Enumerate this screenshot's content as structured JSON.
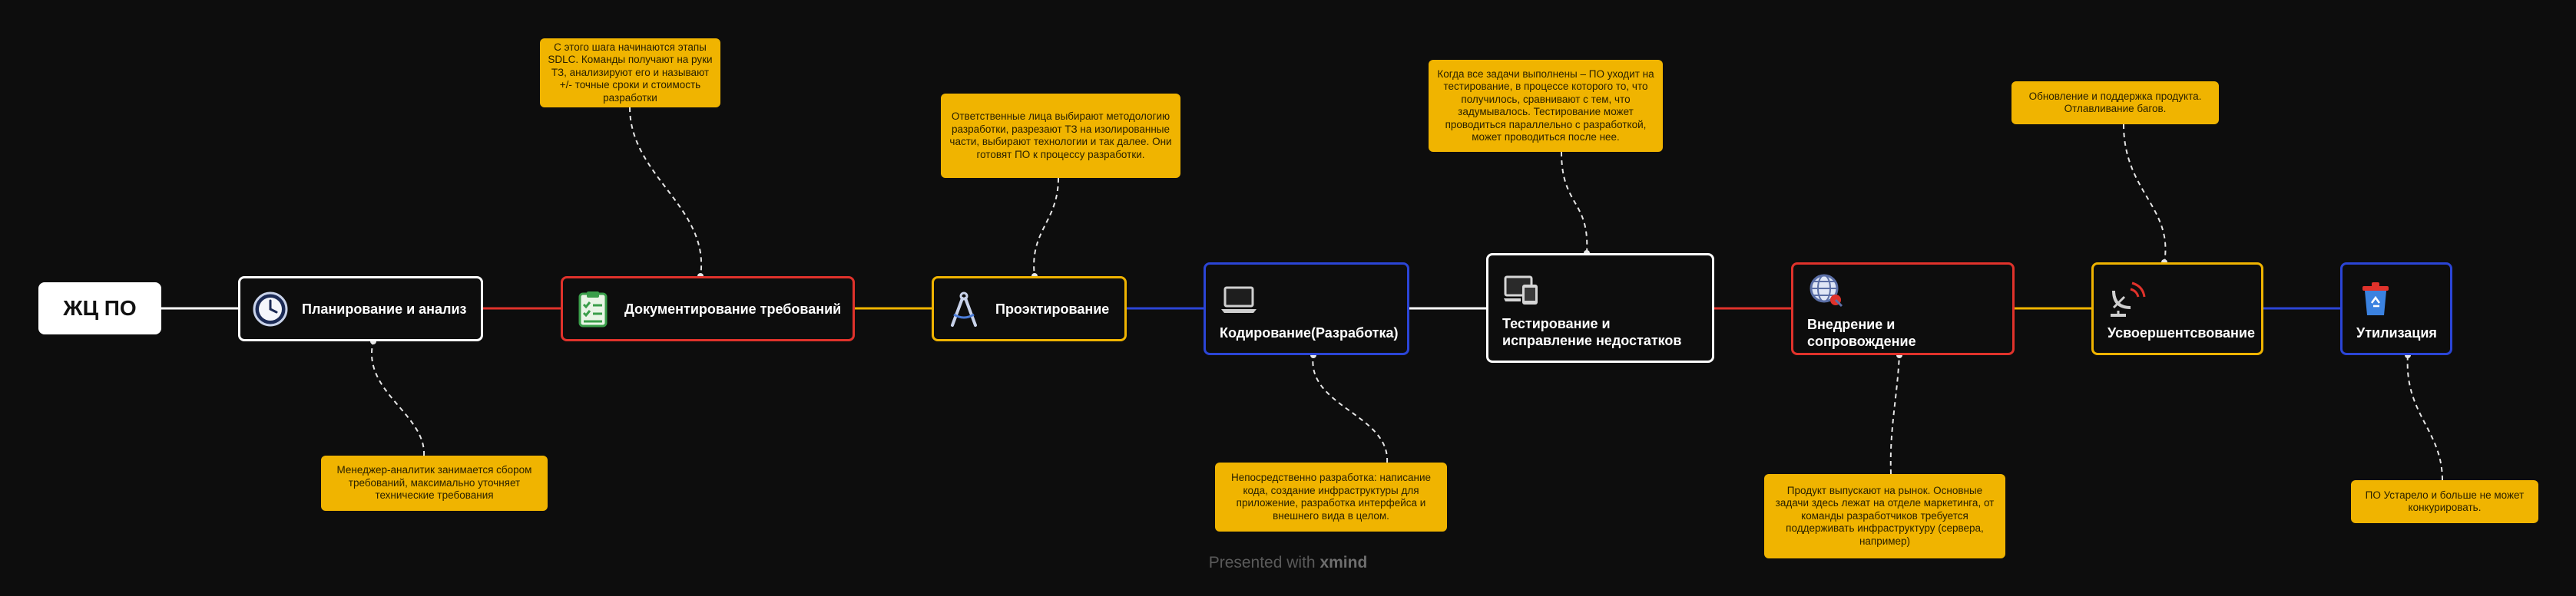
{
  "root": {
    "label": "ЖЦ ПО"
  },
  "stages": [
    {
      "label": "Планирование и анализ",
      "color": "#ffffff",
      "icon": "clock-icon"
    },
    {
      "label": "Документирование требований",
      "color": "#e0322b",
      "icon": "checklist-icon"
    },
    {
      "label": "Проэктирование",
      "color": "#f0b400",
      "icon": "compass-icon"
    },
    {
      "label": "Кодирование(Разработка)",
      "color": "#2b45d6",
      "icon": "laptop-icon"
    },
    {
      "label": "Тестирование и исправление недостатков",
      "color": "#ffffff",
      "icon": "devices-icon"
    },
    {
      "label": "Внедрение и сопровождение",
      "color": "#e0322b",
      "icon": "globe-icon"
    },
    {
      "label": "Усвоершентсвование",
      "color": "#f0b400",
      "icon": "satellite-icon"
    },
    {
      "label": "Утилизация",
      "color": "#2b45d6",
      "icon": "recycle-bin-icon"
    }
  ],
  "notes": [
    {
      "text": "Менеджер-аналитик занимается сбором требований, максимально уточняет технические требования"
    },
    {
      "text": "С этого шага начинаются этапы SDLC. Команды получают на руки ТЗ, анализируют его и называют +/- точные сроки и стоимость разработки"
    },
    {
      "text": "Ответственные лица выбирают методологию разработки, разрезают ТЗ на изолированные части, выбирают технологии и так далее. Они готовят ПО к процессу разработки."
    },
    {
      "text": "Непосредственно разработка: написание кода, создание инфраструктуры для приложение, разработка интерфейса и внешнего вида в целом."
    },
    {
      "text": "Когда все задачи выполнены – ПО уходит на тестирование, в процессе которого то, что получилось, сравнивают с тем, что задумывалось. Тестирование может проводиться параллельно с разработкой, может проводиться после нее."
    },
    {
      "text": "Продукт выпускают на рынок. Основные задачи здесь лежат на отделе маркетинга, от команды разработчиков требуется поддерживать инфраструктуру (сервера, например)"
    },
    {
      "text": "Обновление  и поддержка продукта. Отлавливание багов."
    },
    {
      "text": "ПО Устарело и больше не может конкурировать."
    }
  ],
  "footer": {
    "prefix": "Presented with",
    "brand": "xmind"
  }
}
